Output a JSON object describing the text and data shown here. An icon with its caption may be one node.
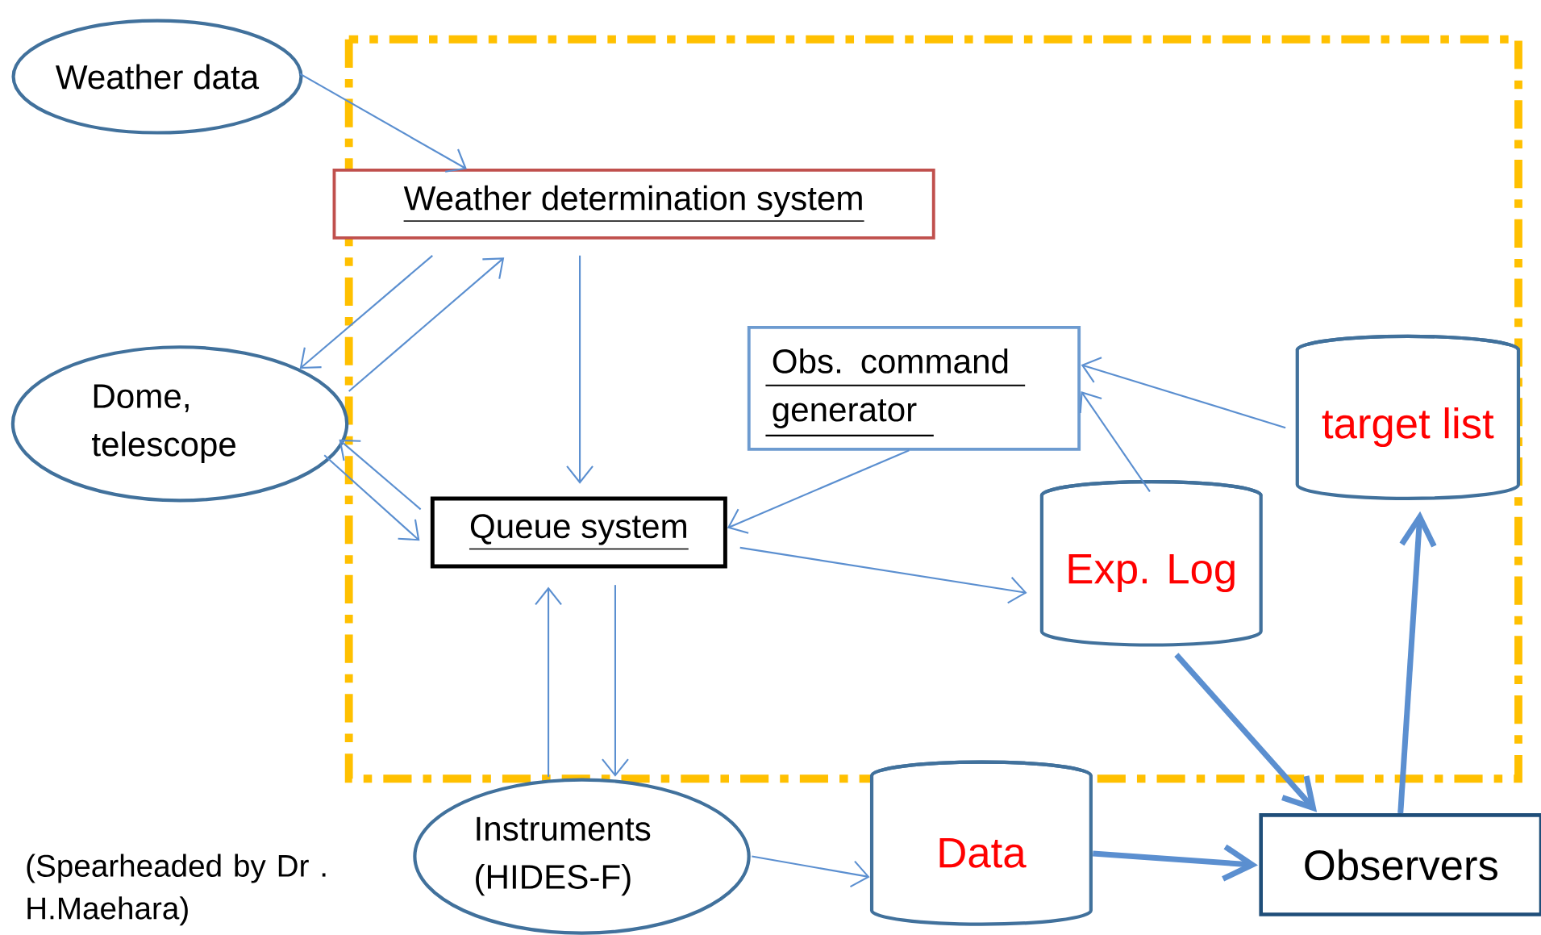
{
  "diagram": {
    "nodes": [
      {
        "text": [
          "Weather data"
        ]
      },
      {
        "text": [
          "Weather determination system"
        ]
      },
      {
        "text": [
          "Dome, telescope"
        ]
      },
      {
        "text": [
          "Obs. command generator"
        ]
      },
      {
        "text": [
          "target list"
        ]
      },
      {
        "text": [
          "Queue system"
        ]
      },
      {
        "text": [
          "Exp. Log"
        ]
      },
      {
        "text": [
          "Instruments (HIDES-F)"
        ]
      },
      {
        "text": [
          "Data"
        ]
      },
      {
        "text": [
          "Observers"
        ]
      }
    ],
    "edges": [
      {
        "from": 0,
        "to": 1,
        "arrow": "to"
      },
      {
        "from": 1,
        "to": 2,
        "arrow": "to"
      },
      {
        "from": 2,
        "to": 1,
        "arrow": "to"
      },
      {
        "from": 1,
        "to": 5,
        "arrow": "to"
      },
      {
        "from": 5,
        "to": 2,
        "arrow": "to"
      },
      {
        "from": 2,
        "to": 5,
        "arrow": "to"
      },
      {
        "from": 3,
        "to": 5,
        "arrow": "to"
      },
      {
        "from": 4,
        "to": 3,
        "arrow": "to"
      },
      {
        "from": 6,
        "to": 3,
        "arrow": "to"
      },
      {
        "from": 5,
        "to": 6,
        "arrow": "to"
      },
      {
        "from": 5,
        "to": 7,
        "arrow": "to"
      },
      {
        "from": 7,
        "to": 5,
        "arrow": "to"
      },
      {
        "from": 7,
        "to": 8,
        "arrow": "to"
      },
      {
        "from": 6,
        "to": 9,
        "arrow": "to",
        "style": "thick"
      },
      {
        "from": 8,
        "to": 9,
        "arrow": "to",
        "style": "thick"
      },
      {
        "from": 9,
        "to": 4,
        "arrow": "to",
        "style": "thick"
      }
    ],
    "labels": [
      "(Spearheaded by Dr . H.Maehara)"
    ]
  }
}
